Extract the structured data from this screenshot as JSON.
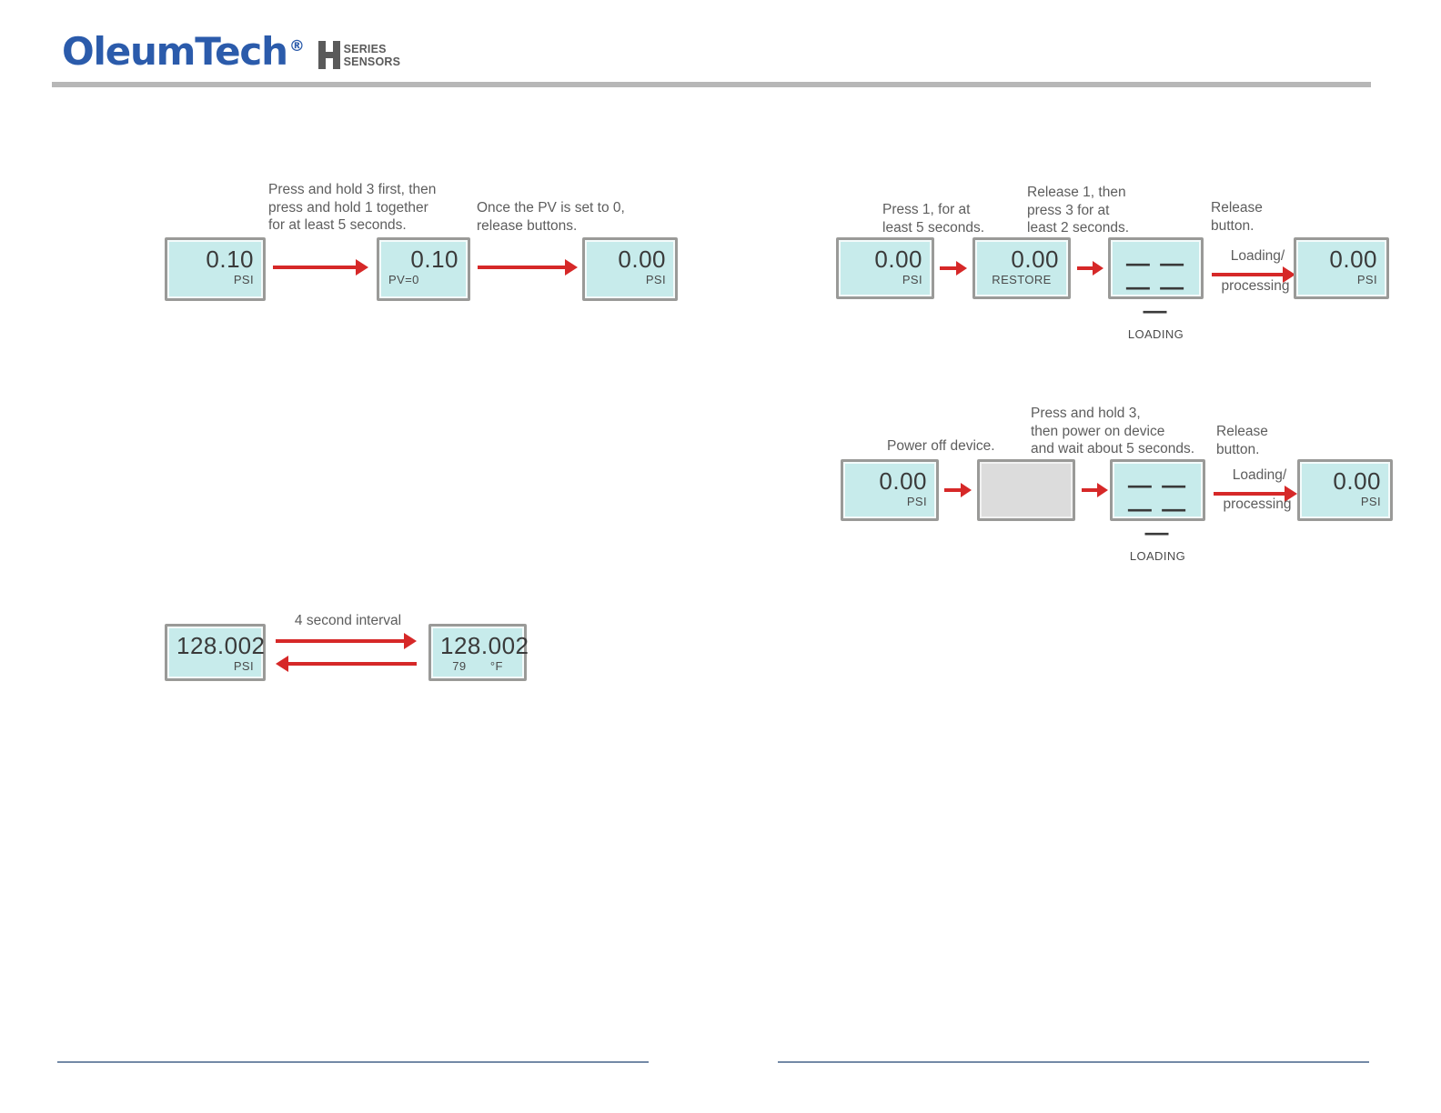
{
  "header": {
    "brand": "OleumTech",
    "registered_mark": "®",
    "series_line1": "SERIES",
    "series_line2": "SENSORS",
    "h_glyph": "h-series-logo-mark"
  },
  "diagrams": [
    {
      "id": "zero-pv-procedure",
      "captions": [
        {
          "text": "Press and hold 3 first, then\npress and hold 1 together\nfor at least 5 seconds."
        },
        {
          "text": "Once the PV is set to 0,\nrelease buttons."
        }
      ],
      "steps": [
        {
          "main": "0.10",
          "sub": "PSI",
          "sub_align": "right",
          "state": "on"
        },
        {
          "main": "0.10",
          "sub": "PV=0",
          "sub_align": "left",
          "state": "on"
        },
        {
          "main": "0.00",
          "sub": "PSI",
          "sub_align": "right",
          "state": "on"
        }
      ]
    },
    {
      "id": "restore-defaults-procedure",
      "captions": [
        {
          "text": "Press 1, for at\nleast 5 seconds."
        },
        {
          "text": "Release 1, then\npress 3 for at\nleast 2 seconds."
        },
        {
          "text": "Release\nbutton."
        }
      ],
      "steps": [
        {
          "main": "0.00",
          "sub": "PSI",
          "sub_align": "right",
          "state": "on"
        },
        {
          "main": "0.00",
          "sub": "RESTORE",
          "sub_align": "center",
          "state": "on"
        },
        {
          "main": "— — — — —",
          "sub": "LOADING",
          "sub_align": "center",
          "state": "loading"
        },
        {
          "main": "0.00",
          "sub": "PSI",
          "sub_align": "right",
          "state": "on"
        }
      ],
      "arrow_label": {
        "above": "Loading/",
        "below": "processing"
      }
    },
    {
      "id": "power-cycle-procedure",
      "captions": [
        {
          "text": "Power off device."
        },
        {
          "text": "Press and hold 3,\nthen power on device\nand wait about 5 seconds."
        },
        {
          "text": "Release\nbutton."
        }
      ],
      "steps": [
        {
          "main": "0.00",
          "sub": "PSI",
          "sub_align": "right",
          "state": "on"
        },
        {
          "main": "",
          "sub": "",
          "sub_align": "right",
          "state": "off"
        },
        {
          "main": "— — — — —",
          "sub": "LOADING",
          "sub_align": "center",
          "state": "loading"
        },
        {
          "main": "0.00",
          "sub": "PSI",
          "sub_align": "right",
          "state": "on"
        }
      ],
      "arrow_label": {
        "above": "Loading/",
        "below": "processing"
      }
    },
    {
      "id": "display-toggle-interval",
      "interval_label": "4 second interval",
      "steps": [
        {
          "main": "128.002",
          "sub": "PSI",
          "sub_align": "right",
          "state": "on"
        },
        {
          "main": "128.002",
          "sub_left": "79",
          "sub_right": "°F",
          "state": "on"
        }
      ]
    }
  ],
  "colors": {
    "brand_blue": "#2b5bab",
    "logo_grey": "#5a5a5a",
    "display_fill": "#c7ebeb",
    "display_border": "#9a9a98",
    "display_off_fill": "#dcdcdc",
    "arrow_red": "#d62828",
    "header_rule": "#b7b7b7",
    "footer_rule": "#7389a6",
    "text_grey": "#5d5d5d"
  }
}
